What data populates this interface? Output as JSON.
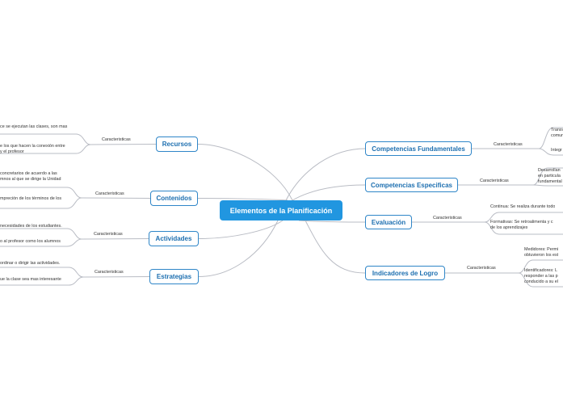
{
  "central": {
    "label": "Elementos de la Planificación"
  },
  "characteristics_label": "Caracteristicas",
  "left": [
    {
      "id": "recursos",
      "label": "Recursos",
      "items": [
        [
          "ce se ejecutan las clases, son mas"
        ],
        [
          "e los que hacen la conexión entre",
          "y el profesor"
        ]
      ]
    },
    {
      "id": "contenidos",
      "label": "Contenidos",
      "items": [
        [
          "concretarios de acuerdo a las",
          "mnos al que se dirige la Unidad"
        ],
        [
          "mpreción de los términos de los"
        ]
      ]
    },
    {
      "id": "actividades",
      "label": "Actividades",
      "items": [
        [
          "necesidades de los estudiantes."
        ],
        [
          "o al profesor como los alumnos"
        ]
      ]
    },
    {
      "id": "estrategias",
      "label": "Estrategias",
      "items": [
        [
          "ordinar o dirigir las actividades."
        ],
        [
          "ue la clase sea mas interesante"
        ]
      ]
    }
  ],
  "right": [
    {
      "id": "competencias-fundamentales",
      "label": "Competencias Fundamentales",
      "items": [
        [
          "Transv",
          "comun"
        ],
        [
          "Integr"
        ]
      ]
    },
    {
      "id": "competencias-especificas",
      "label": "Competencias Especificas",
      "items": [
        [
          "Desarrollan",
          "en particula",
          "fundamental"
        ]
      ]
    },
    {
      "id": "evaluacion",
      "label": "Evaluación",
      "items": [
        [
          "Continua: Se realiza durante todo"
        ],
        [
          "Formativas: Se retroalimenta y c",
          "de los aprendizajes"
        ]
      ]
    },
    {
      "id": "indicadores-de-logro",
      "label": "Indicadores de Logro",
      "items": [
        [
          "Medidores: Permi",
          "obtuvieron los est"
        ],
        [
          "Identificadores: L",
          "responder a las p",
          "conducido a su el"
        ]
      ]
    }
  ]
}
